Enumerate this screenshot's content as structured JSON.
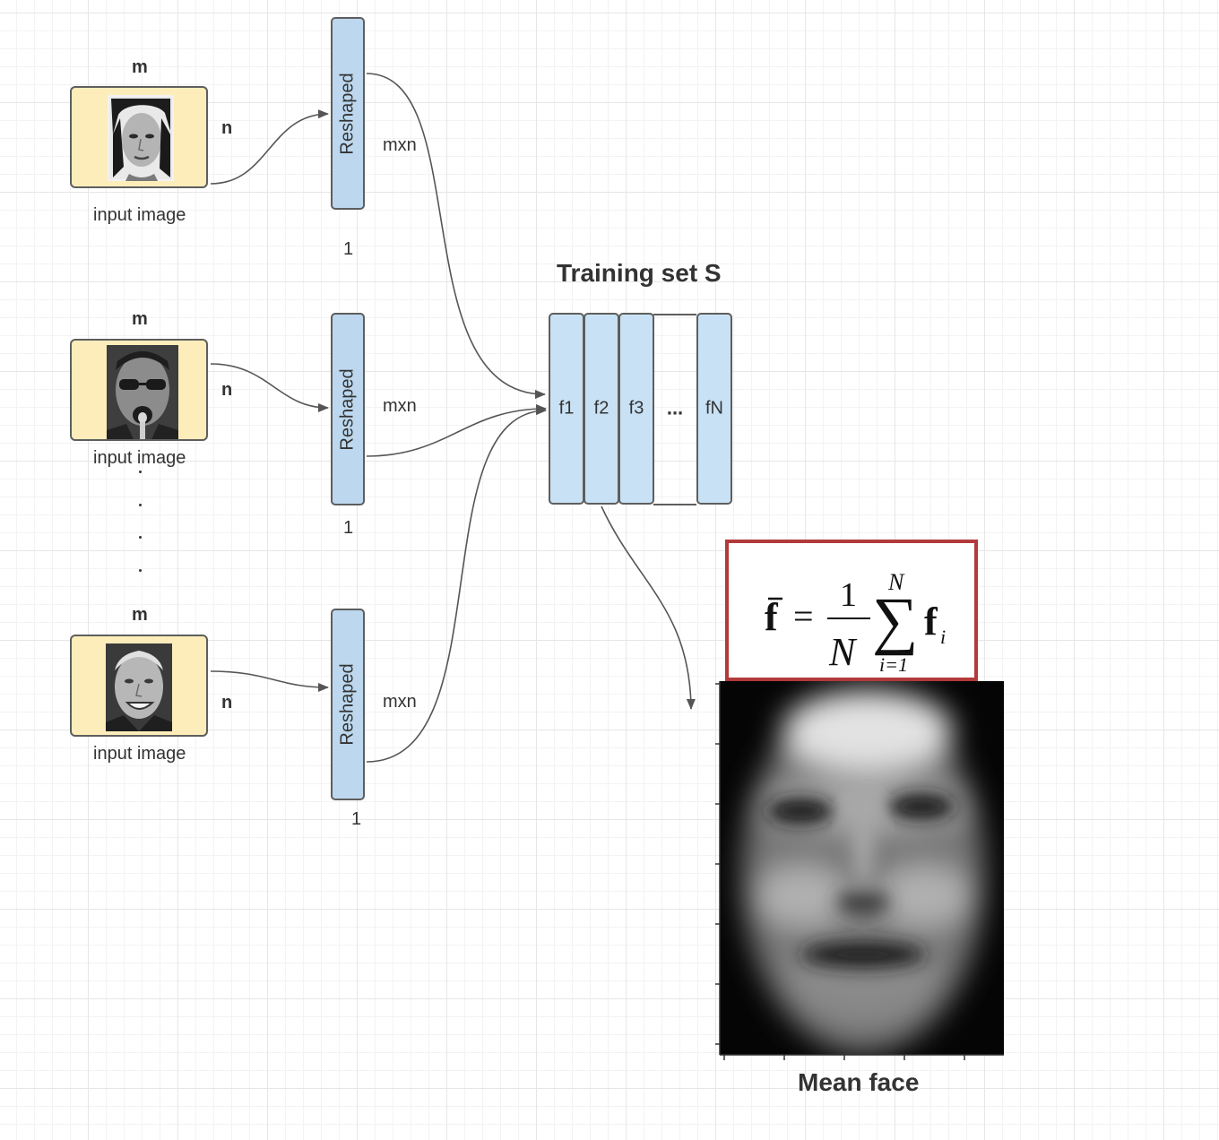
{
  "input_labels": {
    "m": "m",
    "n": "n",
    "caption": "input image"
  },
  "reshaped": {
    "label": "Reshaped",
    "dim_label": "mxn",
    "width_label": "1"
  },
  "training_set": {
    "title": "Training set S",
    "columns": [
      "f1",
      "f2",
      "f3",
      "...",
      "fN"
    ]
  },
  "mean_face": {
    "caption": "Mean face"
  },
  "formula": {
    "lhs": "f",
    "equals": "=",
    "numerator": "1",
    "denominator": "N",
    "upper": "N",
    "lower": "i=1",
    "sigma": "∑",
    "term": "f",
    "subscript": "i"
  },
  "colors": {
    "input_fill": "#fdedbb",
    "vector_fill": "#bcd7ee",
    "column_fill": "#c9e1f4",
    "formula_border": "#b23a3a",
    "connector": "#555555"
  }
}
